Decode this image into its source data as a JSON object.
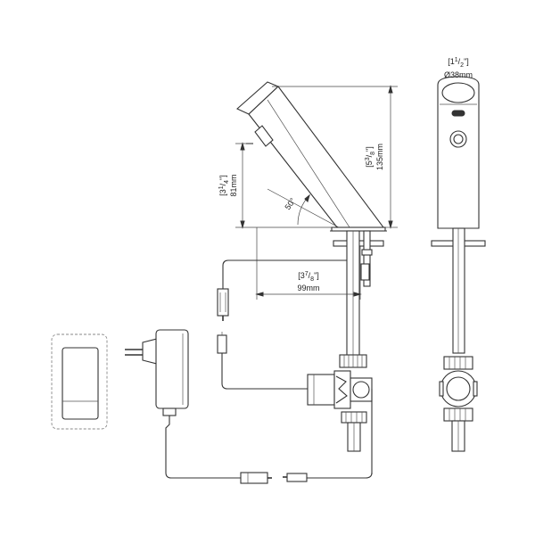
{
  "dimensions": {
    "height_inch_whole": "3",
    "height_inch_num": "1",
    "height_inch_den": "4",
    "height_inch_unit": "\"",
    "height_mm": "81mm",
    "total_inch_whole": "5",
    "total_inch_num": "3",
    "total_inch_den": "8",
    "total_inch_unit": "\"",
    "total_mm": "135mm",
    "reach_inch_whole": "3",
    "reach_inch_num": "7",
    "reach_inch_den": "8",
    "reach_inch_unit": "\"",
    "reach_mm": "99mm",
    "angle": "50°",
    "diameter_inch_whole": "1",
    "diameter_inch_num": "1",
    "diameter_inch_den": "2",
    "diameter_inch_unit": "\"",
    "diameter_mm": "Ø38mm"
  },
  "colors": {
    "line": "#333333",
    "background": "#ffffff"
  }
}
